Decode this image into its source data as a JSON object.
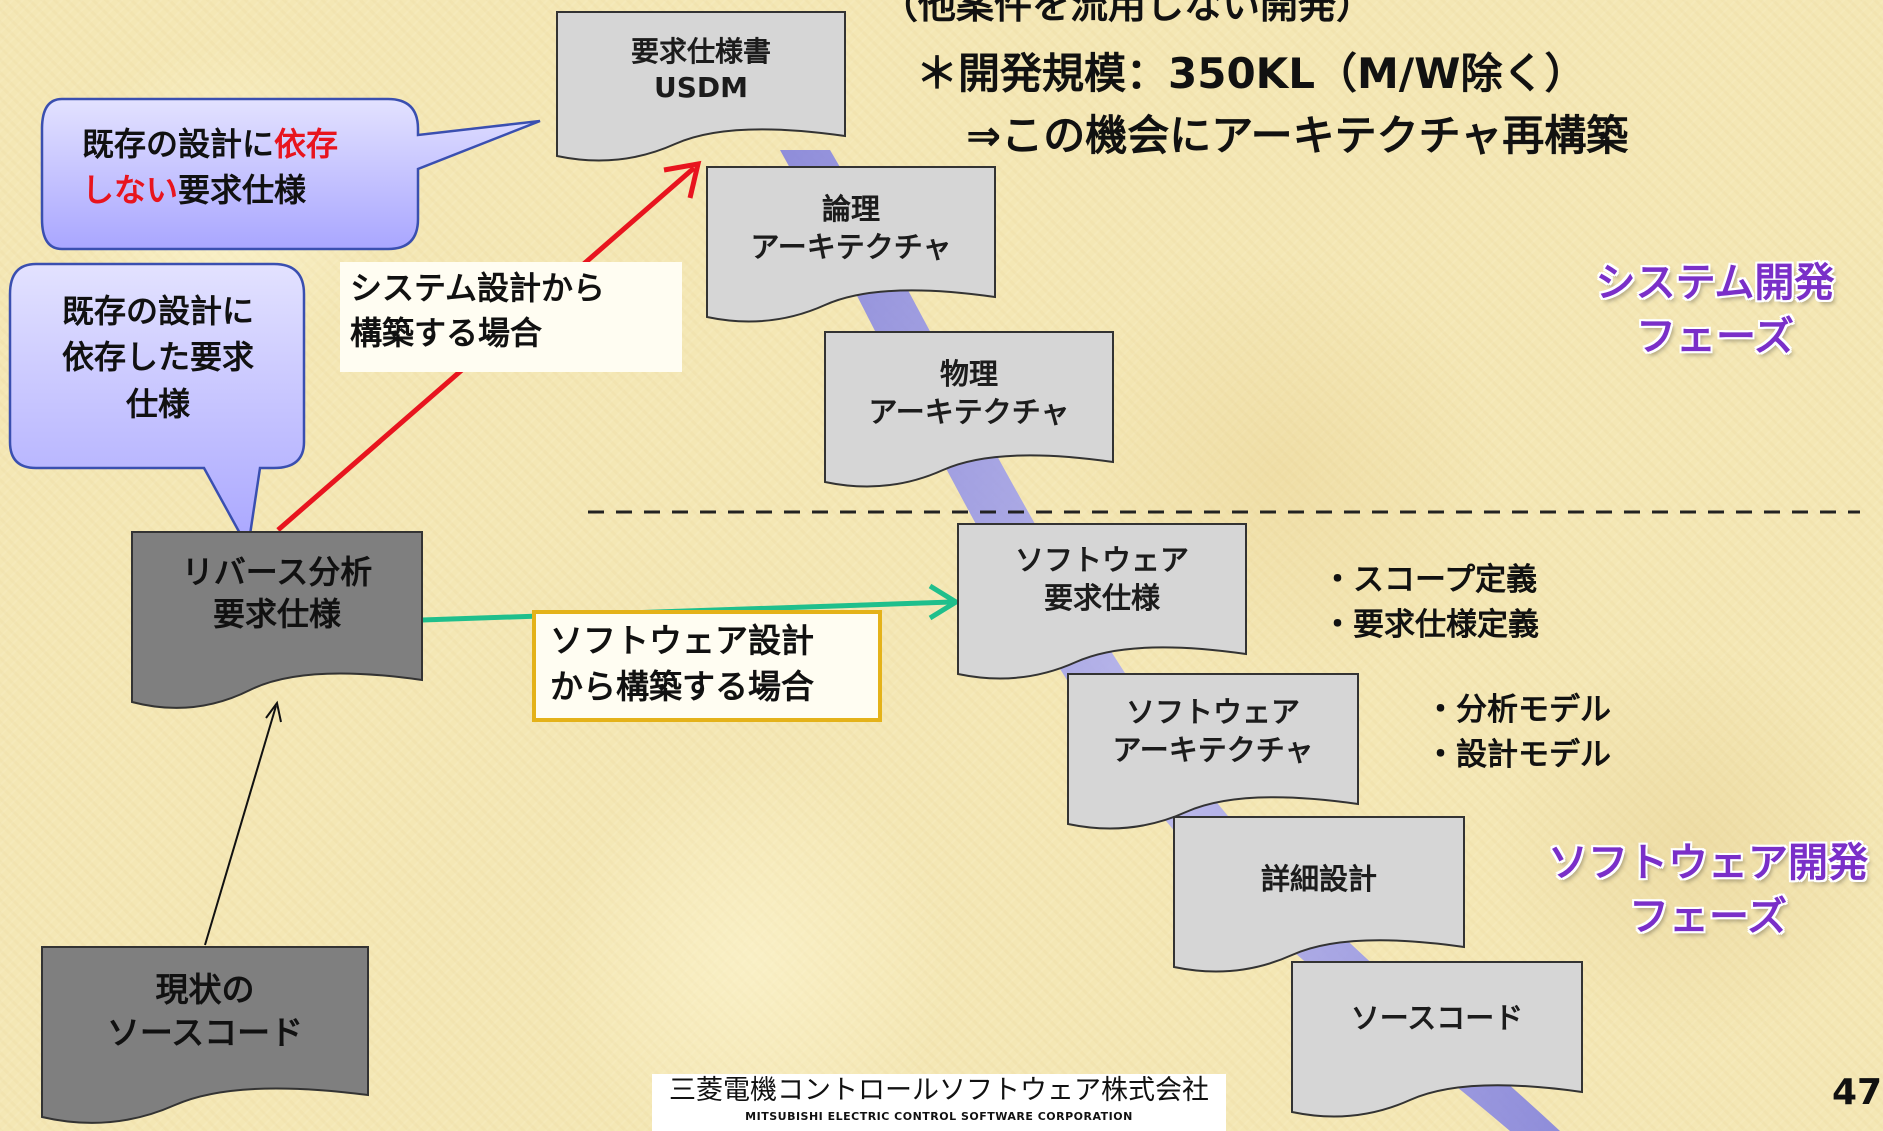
{
  "header": {
    "line1": "（他案件を流用しない開発）",
    "line2": "＊開発規模：350KL（M/W除く）",
    "line3": "⇒この機会にアーキテクチャ再構築"
  },
  "callouts": {
    "independent": {
      "before": "既存の設計に",
      "highlight": "依存",
      "line2_highlight": "しない",
      "line2_after": "要求仕様"
    },
    "dependent": {
      "lines": [
        "既存の設計に",
        "依存した要求",
        "仕様"
      ]
    }
  },
  "labels": {
    "system_route": [
      "システム設計から",
      "構築する場合"
    ],
    "software_route": [
      "ソフトウェア設計",
      "から構築する場合"
    ]
  },
  "documents": {
    "requirements": [
      "要求仕様書",
      "USDM"
    ],
    "logical_arch": [
      "論理",
      "アーキテクチャ"
    ],
    "physical_arch": [
      "物理",
      "アーキテクチャ"
    ],
    "sw_requirements": [
      "ソフトウェア",
      "要求仕様"
    ],
    "sw_arch": [
      "ソフトウェア",
      "アーキテクチャ"
    ],
    "detailed_design": [
      "詳細設計"
    ],
    "source_code": [
      "ソースコード"
    ],
    "reverse_analysis": [
      "リバース分析",
      "要求仕様"
    ],
    "current_source": [
      "現状の",
      "ソースコード"
    ]
  },
  "phases": {
    "system": [
      "システム開発",
      "フェーズ"
    ],
    "software": [
      "ソフトウェア開発",
      "フェーズ"
    ]
  },
  "bullets": {
    "group1": [
      "・スコープ定義",
      "・要求仕様定義"
    ],
    "group2": [
      "・分析モデル",
      "・設計モデル"
    ]
  },
  "footer": {
    "company_jp": "三菱電機コントロールソフトウェア株式会社",
    "company_en": "MITSUBISHI ELECTRIC CONTROL SOFTWARE CORPORATION",
    "page_number": "47"
  },
  "colors": {
    "red_arrow": "#e8141e",
    "green_arrow": "#1fbf8c",
    "doc_fill_light": "#d6d6d6",
    "doc_fill_dark": "#7f7f7f",
    "callout_fill": "#b9b7ff",
    "phase_text": "#7a2fc8",
    "highlight_text": "#e8141e",
    "band": "#8f8fe6"
  }
}
